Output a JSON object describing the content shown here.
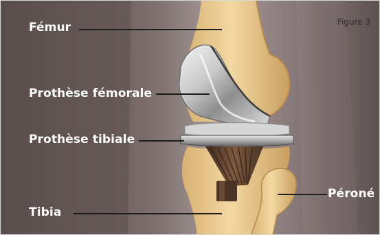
{
  "figure_label": "Figure 3",
  "labels": {
    "femur": "Fémur",
    "femoral_prosthesis": "Prothèse fémorale",
    "tibial_prosthesis": "Prothèse tibiale",
    "tibia": "Tibia",
    "fibula": "Péroné"
  },
  "colors": {
    "background_dark": "#5f5250",
    "background_light": "#8f8382",
    "bone": "#e9c98c",
    "bone_shadow": "#c9a062",
    "metal": "#c8c8c8",
    "stem": "#6a4a35",
    "label_text": "#ffffff",
    "leader_line": "#1c1c1c"
  }
}
